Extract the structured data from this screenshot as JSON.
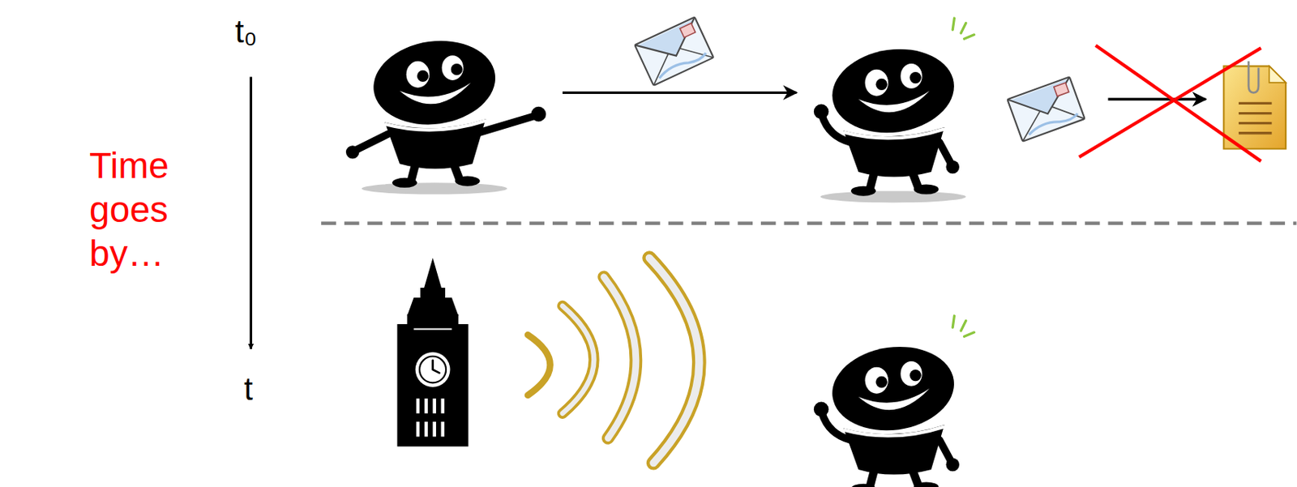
{
  "diagram": {
    "labels": [
      "t₀",
      "Time goes by…",
      "t"
    ]
  }
}
